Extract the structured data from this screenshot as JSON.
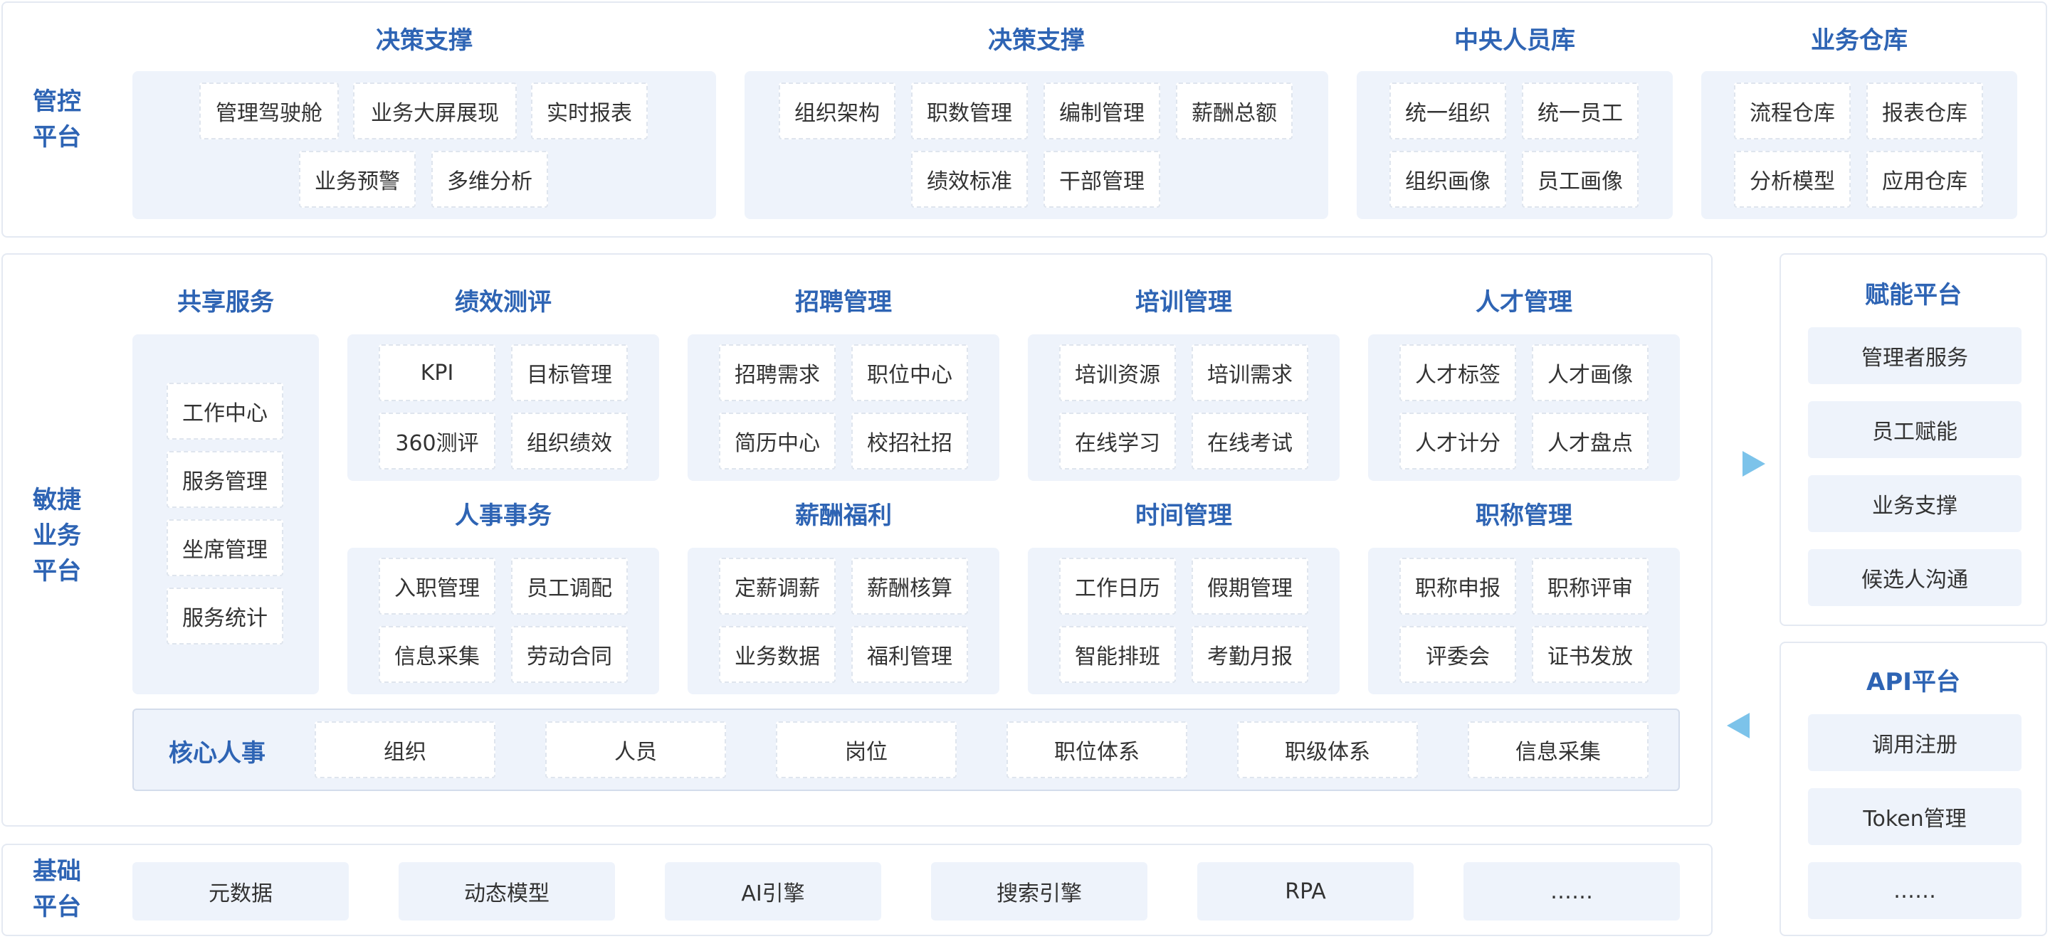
{
  "colors": {
    "accent": "#2e64b4",
    "box_bg": "#eef3fb",
    "border": "#e4e9f2",
    "arrow": "#7cc3ea"
  },
  "top": {
    "label": [
      "管控",
      "平台"
    ],
    "groups": [
      {
        "title": "决策支撑",
        "items": [
          "管理驾驶舱",
          "业务大屏展现",
          "实时报表",
          "业务预警",
          "多维分析"
        ]
      },
      {
        "title": "决策支撑",
        "items": [
          "组织架构",
          "职数管理",
          "编制管理",
          "薪酬总额",
          "绩效标准",
          "干部管理"
        ]
      },
      {
        "title": "中央人员库",
        "items": [
          "统一组织",
          "统一员工",
          "组织画像",
          "员工画像"
        ]
      },
      {
        "title": "业务仓库",
        "items": [
          "流程仓库",
          "报表仓库",
          "分析模型",
          "应用仓库"
        ]
      }
    ]
  },
  "middle": {
    "label": [
      "敏捷",
      "业务",
      "平台"
    ],
    "shared": {
      "title": "共享服务",
      "items": [
        "工作中心",
        "服务管理",
        "坐席管理",
        "服务统计"
      ]
    },
    "modules": [
      {
        "title": "绩效测评",
        "items": [
          "KPI",
          "目标管理",
          "360测评",
          "组织绩效"
        ]
      },
      {
        "title": "招聘管理",
        "items": [
          "招聘需求",
          "职位中心",
          "简历中心",
          "校招社招"
        ]
      },
      {
        "title": "培训管理",
        "items": [
          "培训资源",
          "培训需求",
          "在线学习",
          "在线考试"
        ]
      },
      {
        "title": "人才管理",
        "items": [
          "人才标签",
          "人才画像",
          "人才计分",
          "人才盘点"
        ]
      },
      {
        "title": "人事事务",
        "items": [
          "入职管理",
          "员工调配",
          "信息采集",
          "劳动合同"
        ]
      },
      {
        "title": "薪酬福利",
        "items": [
          "定薪调薪",
          "薪酬核算",
          "业务数据",
          "福利管理"
        ]
      },
      {
        "title": "时间管理",
        "items": [
          "工作日历",
          "假期管理",
          "智能排班",
          "考勤月报"
        ]
      },
      {
        "title": "职称管理",
        "items": [
          "职称申报",
          "职称评审",
          "评委会",
          "证书发放"
        ]
      }
    ],
    "core": {
      "title": "核心人事",
      "items": [
        "组织",
        "人员",
        "岗位",
        "职位体系",
        "职级体系",
        "信息采集"
      ]
    }
  },
  "bottom": {
    "label": [
      "基础",
      "平台"
    ],
    "items": [
      "元数据",
      "动态模型",
      "AI引擎",
      "搜索引擎",
      "RPA",
      "……"
    ]
  },
  "side": {
    "enable": {
      "title": "赋能平台",
      "items": [
        "管理者服务",
        "员工赋能",
        "业务支撑",
        "候选人沟通"
      ]
    },
    "api": {
      "title": "API平台",
      "items": [
        "调用注册",
        "Token管理",
        "……"
      ]
    }
  }
}
